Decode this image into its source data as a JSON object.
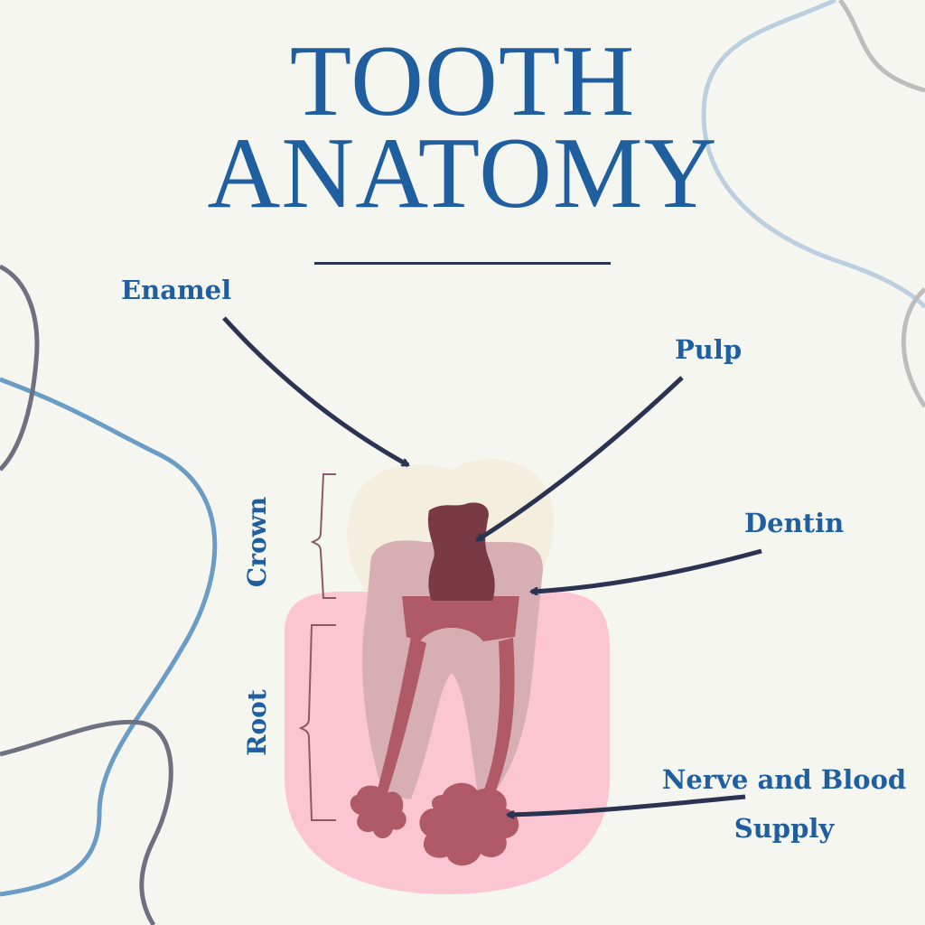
{
  "title": {
    "line1": "TOOTH",
    "line2": "ANATOMY"
  },
  "labels": {
    "enamel": "Enamel",
    "pulp": "Pulp",
    "dentin": "Dentin",
    "nerve": "Nerve and Blood Supply",
    "crown": "Crown",
    "root": "Root"
  },
  "colors": {
    "background": "#f6f6f1",
    "title": "#1f5fa0",
    "label": "#1f5fa0",
    "arrow": "#2b3352",
    "divider": "#2b3352",
    "gum": "#fbc6d1",
    "enamel": "#f3eedd",
    "dentin": "#d7aeb3",
    "pulp_chamber": "#7a3a45",
    "pulp_root": "#b05a68",
    "bracket": "#8b5a60"
  }
}
